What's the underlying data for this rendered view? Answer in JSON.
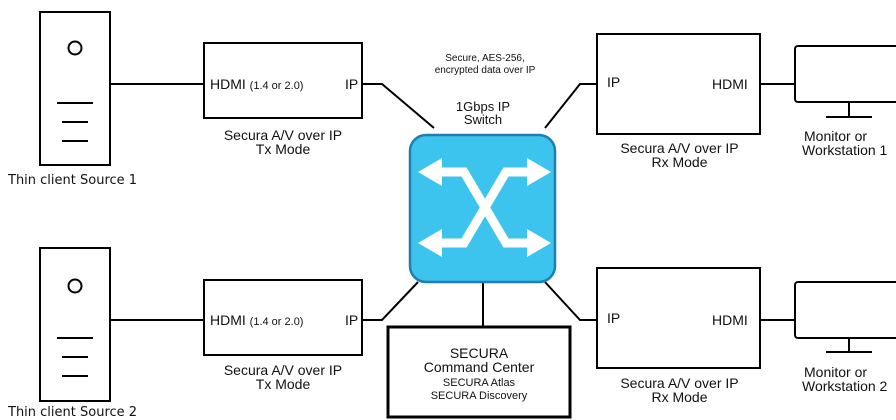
{
  "sources": [
    {
      "label": "Thin client Source 1"
    },
    {
      "label": "Thin client Source 2"
    }
  ],
  "tx_units": [
    {
      "hdmi": "HDMI",
      "hdmi_version": "(1.4 or 2.0)",
      "ip": "IP",
      "caption_line1": "Secura A/V over IP",
      "caption_line2": "Tx Mode"
    },
    {
      "hdmi": "HDMI",
      "hdmi_version": "(1.4 or 2.0)",
      "ip": "IP",
      "caption_line1": "Secura A/V over IP",
      "caption_line2": "Tx Mode"
    }
  ],
  "rx_units": [
    {
      "ip": "IP",
      "hdmi": "HDMI",
      "caption_line1": "Secura A/V over IP",
      "caption_line2": "Rx Mode"
    },
    {
      "ip": "IP",
      "hdmi": "HDMI",
      "caption_line1": "Secura A/V over IP",
      "caption_line2": "Rx Mode"
    }
  ],
  "monitors": [
    {
      "caption_line1": "Monitor or",
      "caption_line2": "Workstation 1"
    },
    {
      "caption_line1": "Monitor or",
      "caption_line2": "Workstation 2"
    }
  ],
  "switch": {
    "note_line1": "Secure, AES-256,",
    "note_line2": "encrypted data over IP",
    "label_line1": "1Gbps IP",
    "label_line2": "Switch",
    "color": "#3dc4ee"
  },
  "command_center": {
    "title_line1": "SECURA",
    "title_line2": "Command Center",
    "item1": "SECURA Atlas",
    "item2": "SECURA Discovery"
  }
}
